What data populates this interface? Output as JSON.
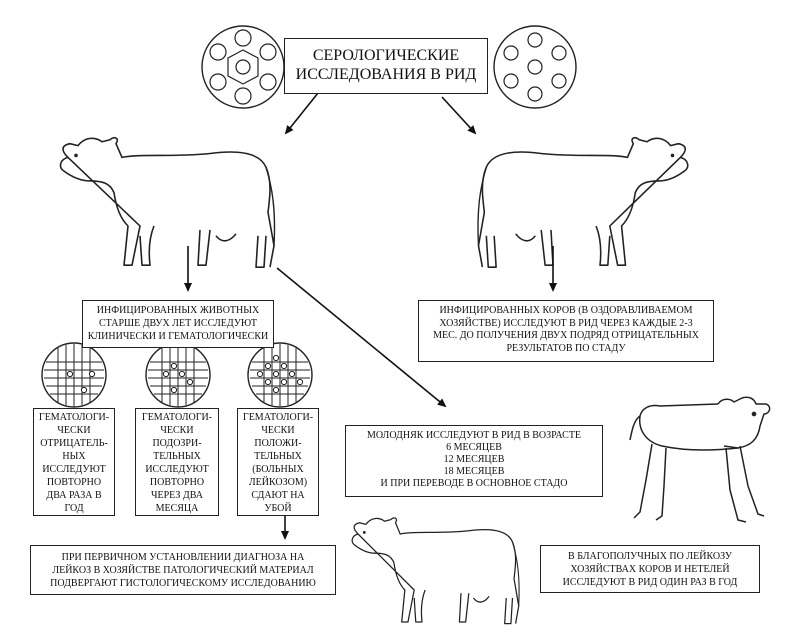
{
  "title": [
    "СЕРОЛОГИЧЕСКИЕ",
    "ИССЛЕДОВАНИЯ В РИД"
  ],
  "infected_animals": [
    "ИНФИЦИРОВАННЫХ ЖИВОТНЫХ",
    "СТАРШЕ ДВУХ ЛЕТ ИССЛЕДУЮТ",
    "КЛИНИЧЕСКИ И ГЕМАТОЛОГИЧЕСКИ"
  ],
  "infected_cows": [
    "ИНФИЦИРОВАННЫХ КОРОВ (В ОЗДОРАВЛИВАЕМОМ",
    "ХОЗЯЙСТВЕ) ИССЛЕДУЮТ В РИД ЧЕРЕЗ КАЖДЫЕ 2-3",
    "МЕС. ДО ПОЛУЧЕНИЯ ДВУХ ПОДРЯД ОТРИЦАТЕЛЬНЫХ",
    "РЕЗУЛЬТАТОВ ПО СТАДУ"
  ],
  "hema_negative": [
    "ГЕМАТОЛОГИ-",
    "ЧЕСКИ",
    "ОТРИЦАТЕЛЬ-",
    "НЫХ",
    "ИССЛЕДУЮТ",
    "ПОВТОРНО",
    "ДВА РАЗА В",
    "ГОД"
  ],
  "hema_suspicious": [
    "ГЕМАТОЛОГИ-",
    "ЧЕСКИ",
    "ПОДОЗРИ-",
    "ТЕЛЬНЫХ",
    "ИССЛЕДУЮТ",
    "ПОВТОРНО",
    "ЧЕРЕЗ ДВА",
    "МЕСЯЦА"
  ],
  "hema_positive": [
    "ГЕМАТОЛОГИ-",
    "ЧЕСКИ",
    "ПОЛОЖИ-",
    "ТЕЛЬНЫХ",
    "(БОЛЬНЫХ",
    "ЛЕЙКОЗОМ)",
    "СДАЮТ НА",
    "УБОЙ"
  ],
  "young_stock": [
    "МОЛОДНЯК ИССЛЕДУЮТ В РИД В ВОЗРАСТЕ",
    "6 МЕСЯЦЕВ",
    "12 МЕСЯЦЕВ",
    "18 МЕСЯЦЕВ",
    "И ПРИ ПЕРЕВОДЕ В ОСНОВНОЕ СТАДО"
  ],
  "primary_diagnosis": [
    "ПРИ ПЕРВИЧНОМ УСТАНОВЛЕНИИ ДИАГНОЗА НА",
    "ЛЕЙКОЗ В ХОЗЯЙСТВЕ ПАТОЛОГИЧЕСКИЙ МАТЕРИАЛ",
    "ПОДВЕРГАЮТ ГИСТОЛОГИЧЕСКОМУ ИССЛЕДОВАНИЮ"
  ],
  "safe_farms": [
    "В БЛАГОПОЛУЧНЫХ ПО ЛЕЙКОЗУ",
    "ХОЗЯЙСТВАХ КОРОВ И НЕТЕЛЕЙ",
    "ИССЛЕДУЮТ В РИД ОДИН РАЗ В ГОД"
  ]
}
